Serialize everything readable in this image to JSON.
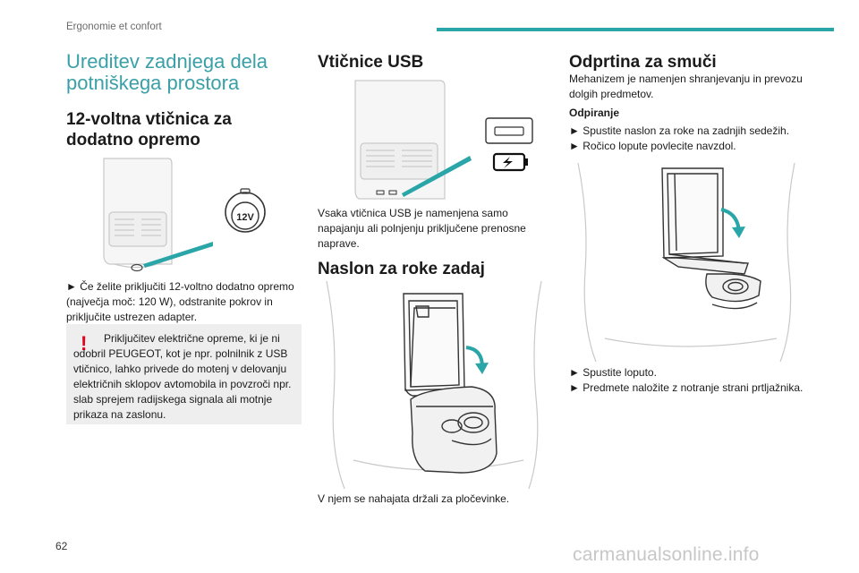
{
  "header": {
    "section": "Ergonomie et confort"
  },
  "page_number": "62",
  "watermark": "carmanualsonline.info",
  "col1": {
    "title": "Ureditev zadnjega dela potniškega prostora",
    "heading": "12-voltna vtičnica za dodatno opremo",
    "socket_label": "12V",
    "body": "► Če želite priključiti 12-voltno dodatno opremo (največja moč: 120 W), odstranite pokrov in priključite ustrezen adapter.",
    "warning_mark": "!",
    "warning": "Priključitev električne opreme, ki je ni odobril PEUGEOT, kot je npr. polnilnik z USB vtičnico, lahko privede do motenj v delovanju električnih sklopov avtomobila in povzroči npr. slab sprejem radijskega signala ali motnje prikaza na zaslonu."
  },
  "col2": {
    "heading_usb": "Vtičnice USB",
    "usb_text": "Vsaka vtičnica USB je namenjena samo napajanju ali polnjenju priključene prenosne naprave.",
    "heading_armrest": "Naslon za roke zadaj",
    "armrest_text": "V njem se nahajata držali za pločevinke."
  },
  "col3": {
    "heading": "Odprtina za smuči",
    "intro": "Mehanizem je namenjen shranjevanju in prevozu dolgih predmetov.",
    "opening_label": "Odpiranje",
    "step1": "► Spustite naslon za roke na zadnjih sedežih.",
    "step2": "► Ročico lopute povlecite navzdol.",
    "step3": "► Spustite loputo.",
    "step4": "► Predmete naložite z notranje strani prtljažnika."
  },
  "colors": {
    "accent": "#2aa5a8",
    "title_light": "#3aa0a8",
    "warning": "#e2001a",
    "panel": "#eeeeee"
  }
}
